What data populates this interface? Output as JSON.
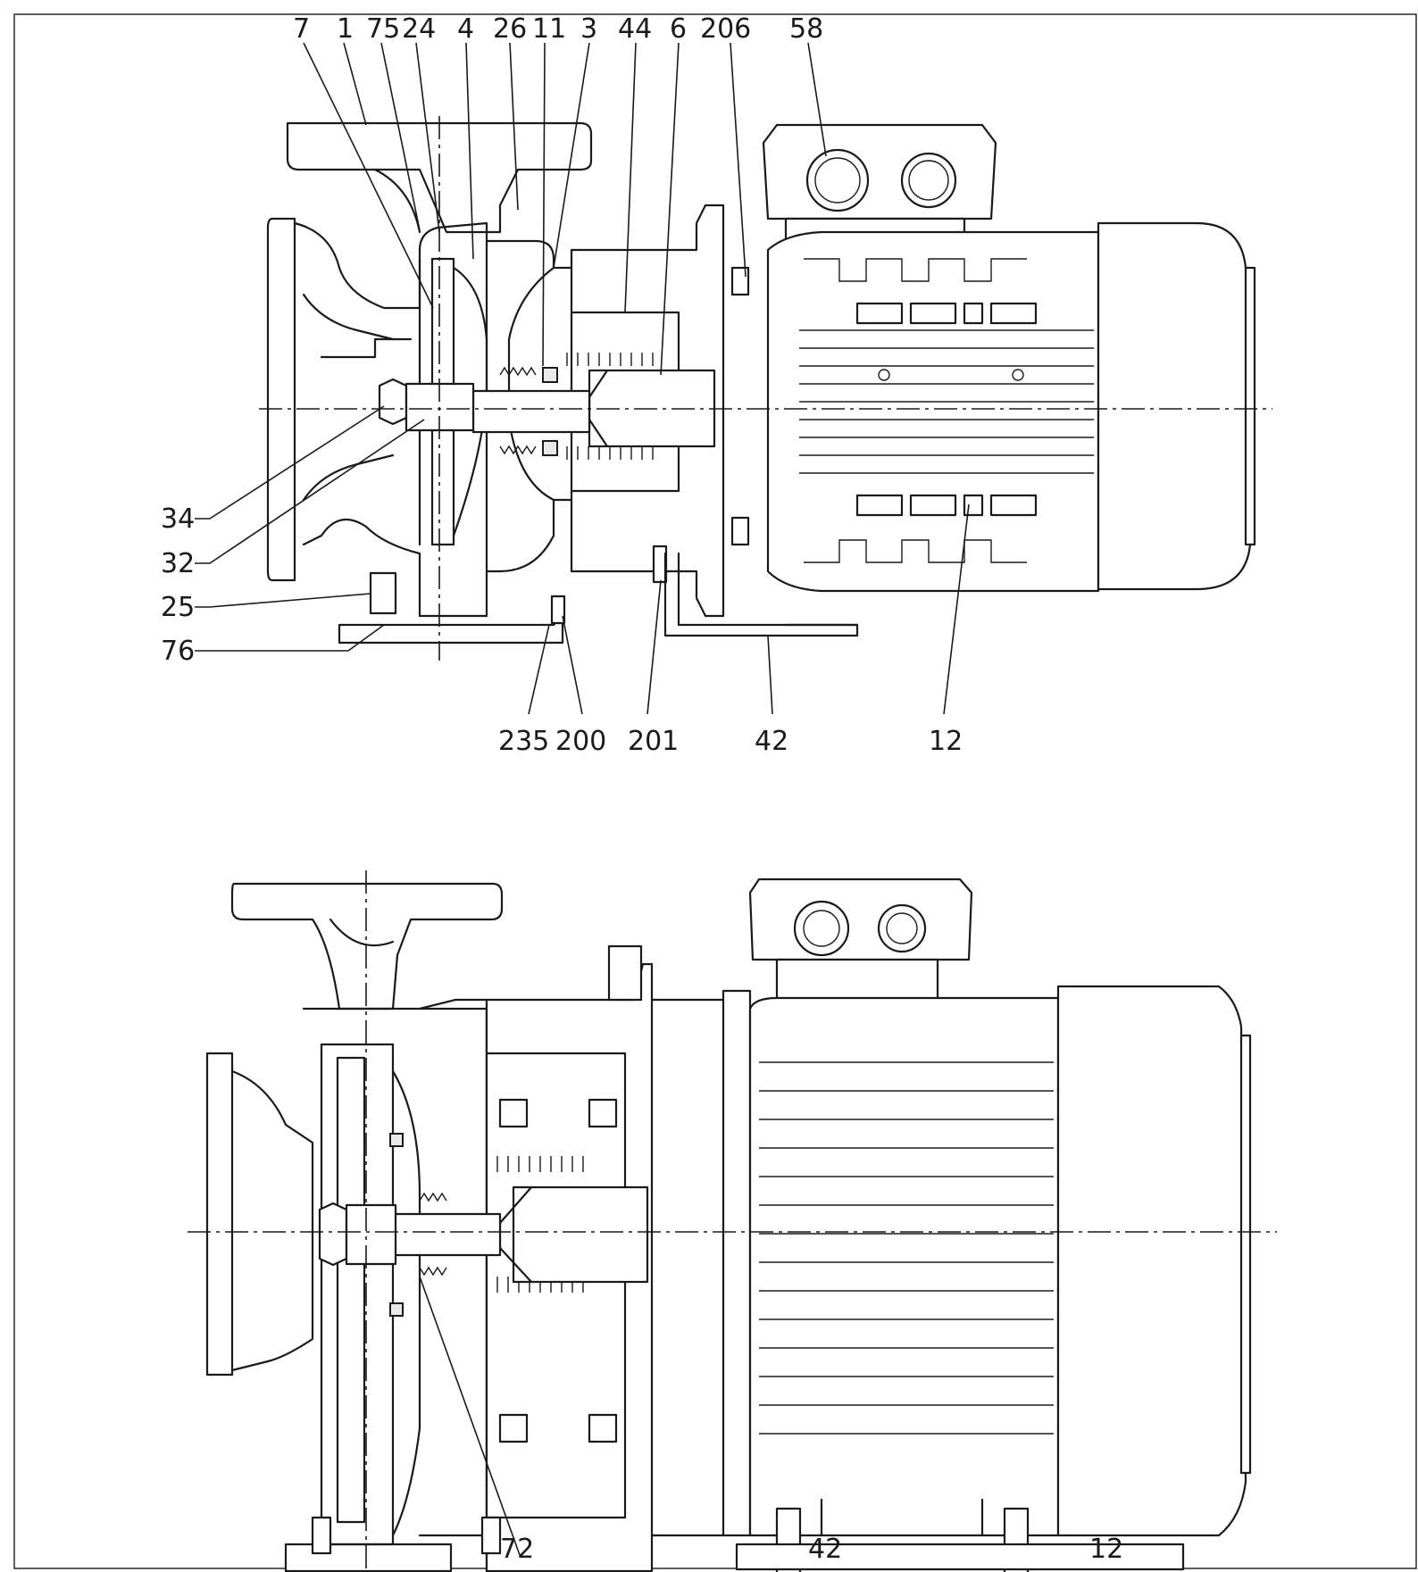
{
  "top_view": {
    "labels_top": [
      "7",
      "1",
      "75",
      "24",
      "4",
      "26",
      "11",
      "3",
      "44",
      "6",
      "206",
      "58"
    ],
    "labels_left": [
      "34",
      "32",
      "25",
      "76"
    ],
    "labels_bottom": [
      "235",
      "200",
      "201",
      "42",
      "12"
    ]
  },
  "bottom_view": {
    "labels_bottom": [
      "72",
      "42",
      "12"
    ]
  }
}
